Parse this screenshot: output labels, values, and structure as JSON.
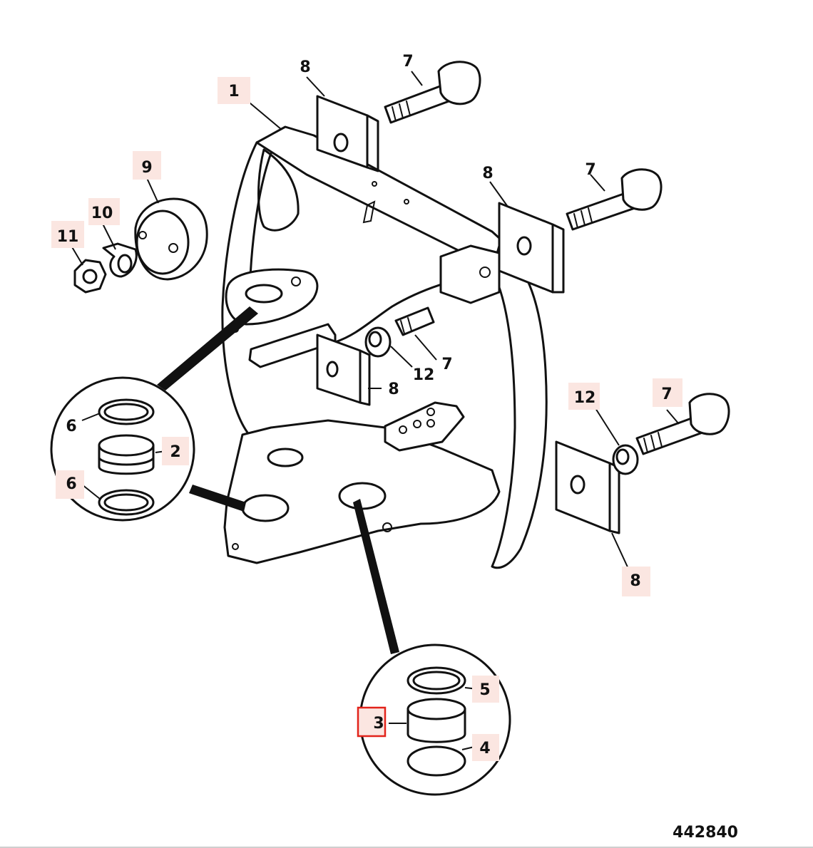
{
  "figure_number": "442840",
  "callouts": [
    {
      "id": "c1",
      "label": "1",
      "highlighted": true,
      "selected": false
    },
    {
      "id": "c2",
      "label": "2",
      "highlighted": true,
      "selected": false
    },
    {
      "id": "c3",
      "label": "3",
      "highlighted": true,
      "selected": true
    },
    {
      "id": "c4",
      "label": "4",
      "highlighted": true,
      "selected": false
    },
    {
      "id": "c5",
      "label": "5",
      "highlighted": true,
      "selected": false
    },
    {
      "id": "c6a",
      "label": "6",
      "highlighted": false,
      "selected": false
    },
    {
      "id": "c6b",
      "label": "6",
      "highlighted": true,
      "selected": false
    },
    {
      "id": "c7a",
      "label": "7",
      "highlighted": false,
      "selected": false
    },
    {
      "id": "c7b",
      "label": "7",
      "highlighted": false,
      "selected": false
    },
    {
      "id": "c7c",
      "label": "7",
      "highlighted": false,
      "selected": false
    },
    {
      "id": "c7d",
      "label": "7",
      "highlighted": true,
      "selected": false
    },
    {
      "id": "c8a",
      "label": "8",
      "highlighted": false,
      "selected": false
    },
    {
      "id": "c8b",
      "label": "8",
      "highlighted": false,
      "selected": false
    },
    {
      "id": "c8c",
      "label": "8",
      "highlighted": false,
      "selected": false
    },
    {
      "id": "c8d",
      "label": "8",
      "highlighted": true,
      "selected": false
    },
    {
      "id": "c9",
      "label": "9",
      "highlighted": true,
      "selected": false
    },
    {
      "id": "c10",
      "label": "10",
      "highlighted": true,
      "selected": false
    },
    {
      "id": "c11",
      "label": "11",
      "highlighted": true,
      "selected": false
    },
    {
      "id": "c12a",
      "label": "12",
      "highlighted": false,
      "selected": false
    },
    {
      "id": "c12b",
      "label": "12",
      "highlighted": true,
      "selected": false
    }
  ],
  "colors": {
    "highlight": "#fbe6e1",
    "selected_border": "#e2231a",
    "line": "#111111"
  }
}
